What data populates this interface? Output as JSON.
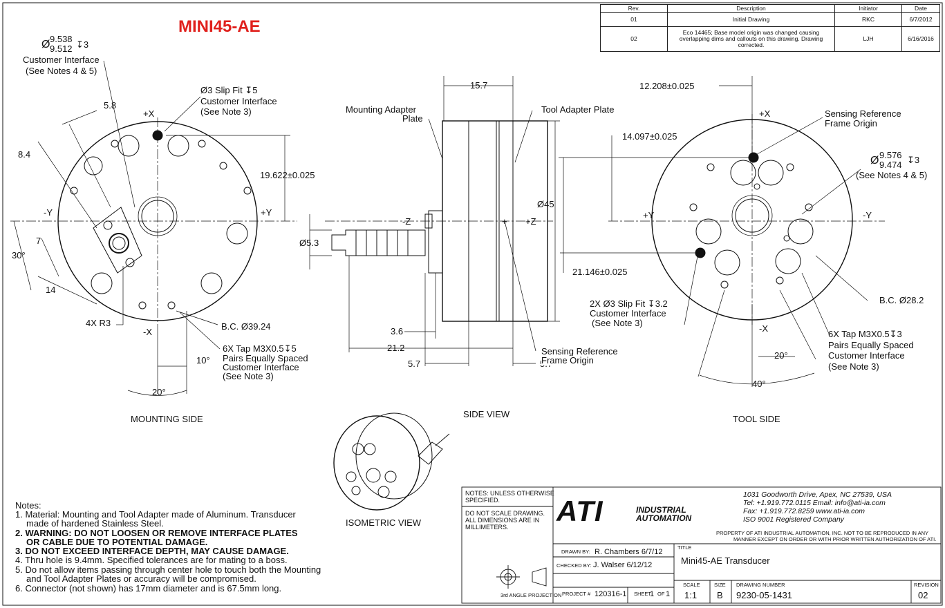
{
  "title_red": "MINI45-AE",
  "revision_table": {
    "headers": [
      "Rev.",
      "Description",
      "Initiator",
      "Date"
    ],
    "rows": [
      {
        "rev": "01",
        "desc": "Initial Drawing",
        "init": "RKC",
        "date": "6/7/2012"
      },
      {
        "rev": "02",
        "desc": "Eco 14465; Base model origin was changed causing overlapping dims and callouts on this drawing. Drawing corrected.",
        "init": "LJH",
        "date": "6/16/2016"
      }
    ]
  },
  "mounting": {
    "hole_dia": "Ø",
    "hole_top": "9.538",
    "hole_bot": "9.512",
    "hole_depth": "↧3",
    "ci_title": "Customer Interface",
    "ci_note": "(See Notes 4 & 5)",
    "dim_58": "5.8",
    "dim_84": "8.4",
    "plus_x": "+X",
    "minus_x": "-X",
    "minus_y": "-Y",
    "plus_y": "+Y",
    "slip_fit": "Ø3 Slip Fit ↧5",
    "slip_ci": "Customer Interface",
    "slip_note": "(See Note 3)",
    "dim_19622": "19.622±0.025",
    "dim_7": "7",
    "dim_30": "30°",
    "dim_14": "14",
    "radius": "4X R3",
    "bc": "B.C. Ø39.24",
    "tap_line1": "6X Tap M3X0.5↧5",
    "tap_line2": "Pairs Equally Spaced",
    "tap_line3": "Customer Interface",
    "tap_line4": "(See Note 3)",
    "dim_10": "10°",
    "dim_20": "20°",
    "label": "MOUNTING SIDE"
  },
  "side": {
    "dim_157": "15.7",
    "mounting_adapter": "Mounting Adapter",
    "plate": "Plate",
    "tool_adapter": "Tool Adapter Plate",
    "dim_53": "Ø5.3",
    "minus_z": "-Z",
    "plus_z": "+Z",
    "dim_45": "Ø45",
    "dim_36": "3.6",
    "dim_212": "21.2",
    "dim_57a": "5.7",
    "dim_57b": "5.7",
    "srfo1": "Sensing Reference",
    "srfo2": "Frame Origin",
    "label": "SIDE VIEW"
  },
  "tool": {
    "dim_12208": "12.208±0.025",
    "dim_14097": "14.097±0.025",
    "plus_x": "+X",
    "minus_x": "-X",
    "plus_y": "+Y",
    "minus_y": "-Y",
    "srfo1": "Sensing Reference",
    "srfo2": "Frame Origin",
    "hole_dia": "Ø",
    "hole_top": "9.576",
    "hole_bot": "9.474",
    "hole_depth": "↧3",
    "hole_note": "(See Notes 4 & 5)",
    "dim_21146": "21.146±0.025",
    "slip1": "2X Ø3 Slip Fit ↧3.2",
    "slip2": "Customer Interface",
    "slip3": "(See Note 3)",
    "bc": "B.C. Ø28.2",
    "tap1": "6X Tap M3X0.5↧3",
    "tap2": "Pairs Equally Spaced",
    "tap3": "Customer Interface",
    "tap4": "(See Note 3)",
    "dim_20": "20°",
    "dim_40": "40°",
    "label": "TOOL SIDE"
  },
  "iso_label": "ISOMETRIC VIEW",
  "notes": {
    "title": "Notes:",
    "n1a": "1. Material: Mounting and Tool Adapter made of Aluminum. Transducer",
    "n1b": "made of hardened Stainless Steel.",
    "n2a": "2. WARNING: DO NOT LOOSEN OR REMOVE INTERFACE PLATES",
    "n2b": "OR CABLE DUE TO POTENTIAL DAMAGE.",
    "n3": "3. DO NOT EXCEED INTERFACE DEPTH, MAY CAUSE DAMAGE.",
    "n4": "4. Thru hole is 9.4mm.  Specified tolerances are for mating to a boss.",
    "n5a": "5. Do not allow items passing through center hole to touch both the Mounting",
    "n5b": "and Tool Adapter Plates or accuracy will be compromised.",
    "n6": "6. Connector (not shown) has 17mm diameter and is 67.5mm long."
  },
  "title_block": {
    "unless1": "NOTES: UNLESS OTHERWISE",
    "unless2": "SPECIFIED.",
    "scale1": "DO NOT SCALE DRAWING.",
    "scale2": "ALL DIMENSIONS ARE IN",
    "scale3": "MILLIMETERS.",
    "logo": "ATI",
    "logo_sub1": "INDUSTRIAL",
    "logo_sub2": "AUTOMATION",
    "addr1": "1031 Goodworth Drive, Apex, NC 27539, USA",
    "addr2": "Tel: +1.919.772.0115      Email: info@ati-ia.com",
    "addr3": "Fax: +1.919.772.8259     www.ati-ia.com",
    "addr4": "ISO 9001 Registered Company",
    "prop1": "PROPERTY OF ATI INDUSTRIAL AUTOMATION, INC. NOT TO BE REPRODUCED IN ANY",
    "prop2": "MANNER EXCEPT ON ORDER OR WITH PRIOR WRITTEN AUTHORIZATION OF ATI.",
    "drawn_label": "DRAWN BY:",
    "drawn": "R. Chambers 6/7/12",
    "checked_label": "CHECKED BY:",
    "checked": "J. Walser 6/12/12",
    "title_label": "TITLE",
    "title": "Mini45-AE Transducer",
    "projection": "3rd ANGLE PROJECTION",
    "project_label": "PROJECT #",
    "project": "120316-1",
    "sheet_label": "SHEET",
    "sheet": "1",
    "of_label": "OF",
    "of": "1",
    "scale_label": "SCALE",
    "scale": "1:1",
    "size_label": "SIZE",
    "size": "B",
    "dn_label": "DRAWING NUMBER",
    "dn": "9230-05-1431",
    "rev_label": "REVISION",
    "rev": "02"
  }
}
